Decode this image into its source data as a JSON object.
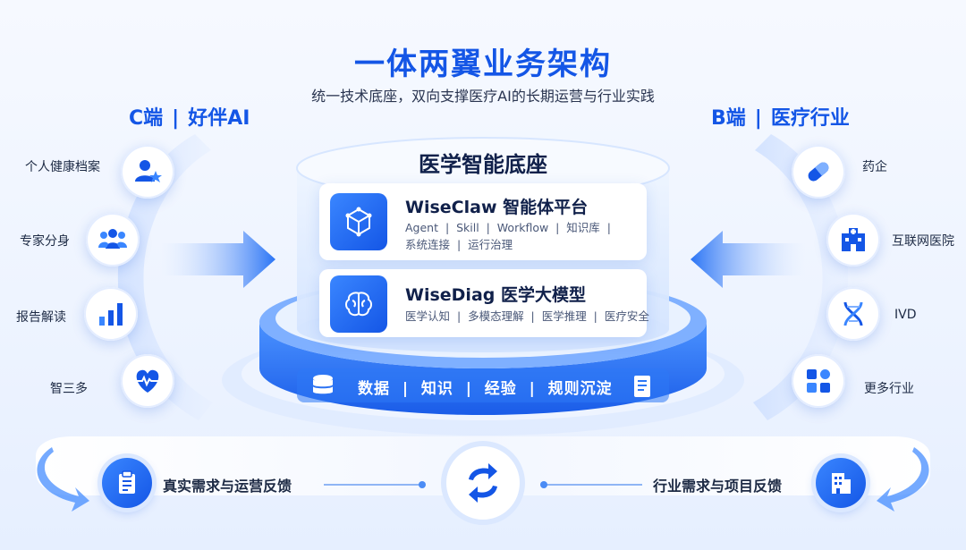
{
  "title": "一体两翼业务架构",
  "subtitle": "统一技术底座，双向支撑医疗AI的长期运营与行业实践",
  "left_wing": {
    "heading": "C端",
    "separator": "|",
    "subheading": "好伴AI",
    "items": [
      {
        "label": "个人健康档案",
        "icon": "user-star-icon"
      },
      {
        "label": "专家分身",
        "icon": "group-icon"
      },
      {
        "label": "报告解读",
        "icon": "bar-chart-icon"
      },
      {
        "label": "智三多",
        "icon": "heart-pulse-icon"
      }
    ]
  },
  "right_wing": {
    "heading": "B端",
    "separator": "|",
    "subheading": "医疗行业",
    "items": [
      {
        "label": "药企",
        "icon": "pill-icon"
      },
      {
        "label": "互联网医院",
        "icon": "hospital-icon"
      },
      {
        "label": "IVD",
        "icon": "dna-icon"
      },
      {
        "label": "更多行业",
        "icon": "apps-icon"
      }
    ]
  },
  "core": {
    "title": "医学智能底座",
    "cards": [
      {
        "title": "WiseClaw 智能体平台",
        "desc_line1": "Agent  |  Skill  |  Workflow  |  知识库  |",
        "desc_line2": "系统连接  |  运行治理",
        "icon": "cube-network-icon"
      },
      {
        "title": "WiseDiag 医学大模型",
        "desc_line1": "医学认知  |  多模态理解  |  医学推理  |  医疗安全",
        "desc_line2": "",
        "icon": "brain-icon"
      }
    ],
    "base_text": "数据  |  知识  |  经验  |  规则沉淀"
  },
  "bottom": {
    "left_label": "真实需求与运营反馈",
    "right_label": "行业需求与项目反馈"
  },
  "colors": {
    "primary": "#1456e6",
    "accent": "#3a86ff",
    "text": "#1d2a44"
  }
}
